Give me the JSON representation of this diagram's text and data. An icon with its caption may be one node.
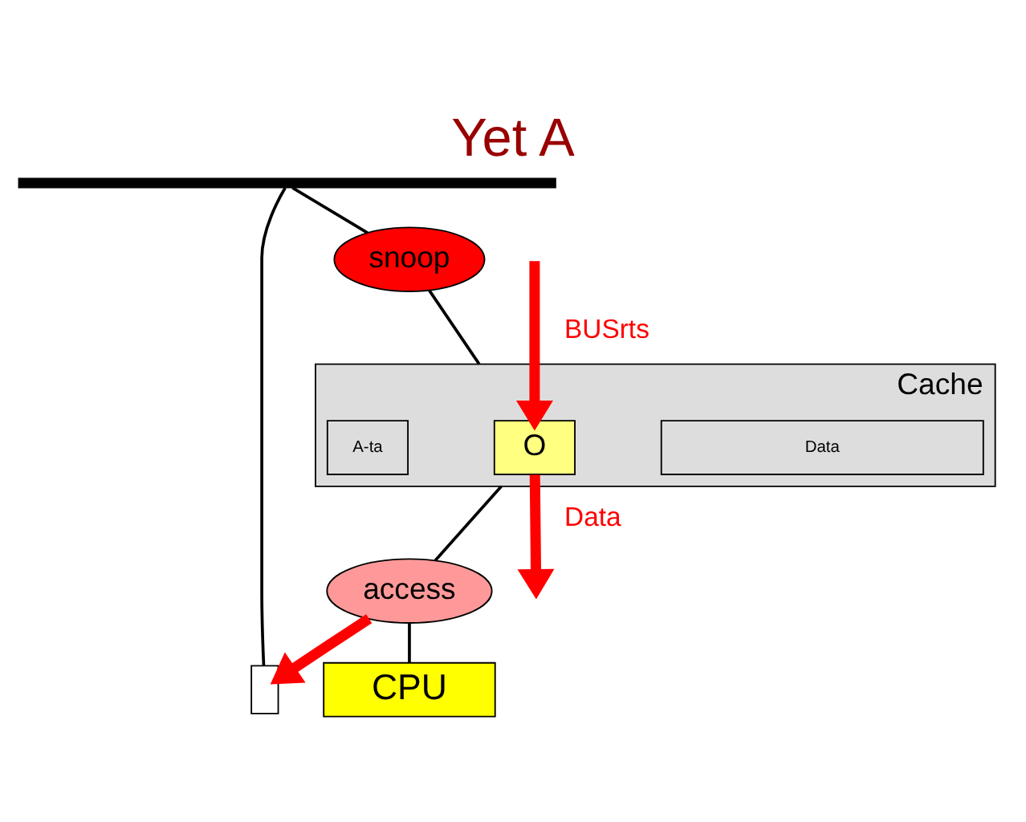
{
  "diagram": {
    "title": "Yet A",
    "nodes": [
      {
        "text": [],
        "shape": "bar"
      },
      {
        "text": [],
        "shape": "box"
      },
      {
        "text": [
          "snoop"
        ]
      },
      {
        "text": [
          "Cache"
        ]
      },
      {
        "text": [
          "A-ta"
        ],
        "in": 3
      },
      {
        "text": [
          "O"
        ],
        "in": 3
      },
      {
        "text": [
          "Data"
        ],
        "in": 3
      },
      {
        "text": [
          "access"
        ]
      },
      {
        "text": [
          "CPU"
        ]
      }
    ],
    "edges": [
      {
        "from": 0,
        "to": 1,
        "arrow": "none"
      },
      {
        "from": 0,
        "to": 2,
        "arrow": "none"
      },
      {
        "from": 2,
        "to": 3,
        "arrow": "none"
      },
      {
        "from": 3,
        "to": 7,
        "arrow": "none"
      },
      {
        "from": 7,
        "to": 8,
        "arrow": "none"
      },
      {
        "from": null,
        "to": 5,
        "arrow": "to",
        "label": "BUSrts",
        "style": "thick",
        "color": "#ff0000"
      },
      {
        "from": 5,
        "to": null,
        "arrow": "to",
        "label": "Data",
        "style": "thick",
        "color": "#ff0000"
      },
      {
        "from": 7,
        "to": 1,
        "arrow": "to",
        "style": "thick",
        "color": "#ff0000"
      }
    ]
  }
}
